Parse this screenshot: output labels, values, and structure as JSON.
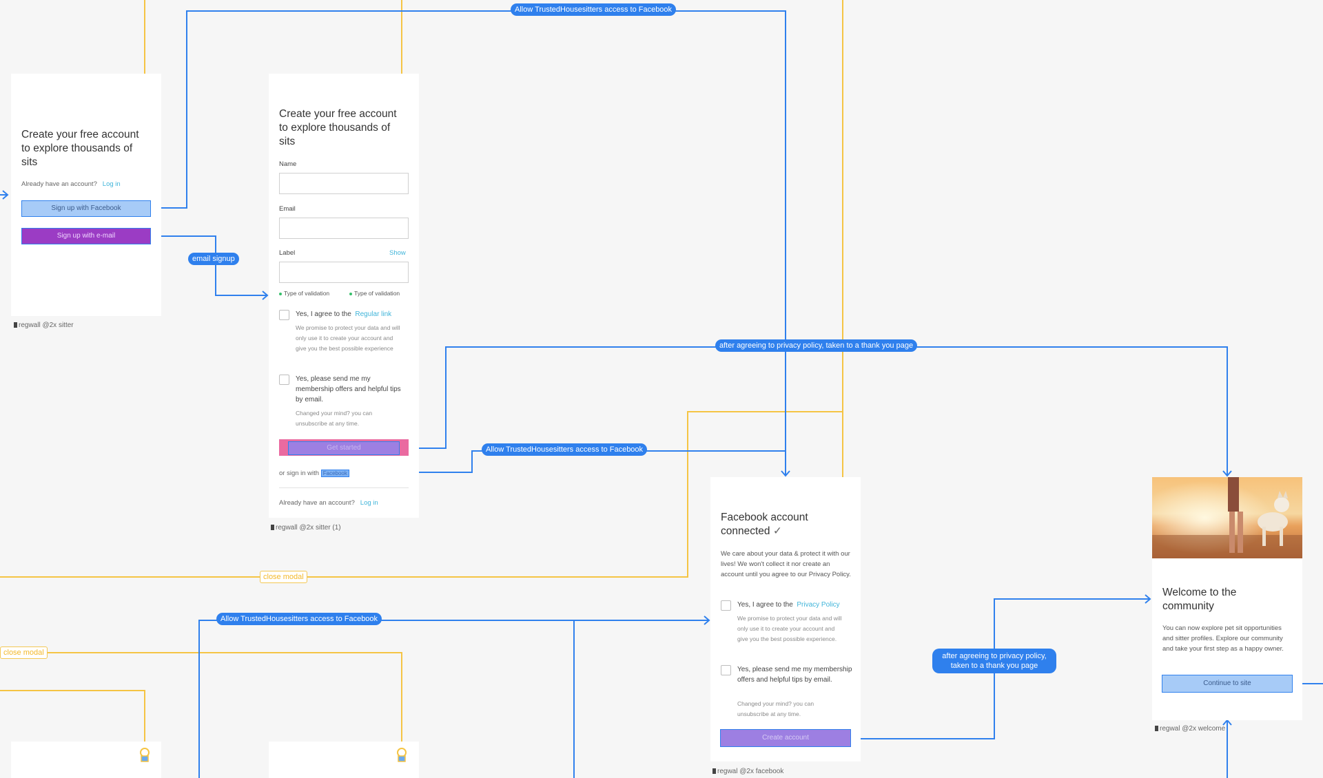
{
  "colors": {
    "blue": "#2f80ed",
    "yellow": "#f5c443",
    "facebook_button": "#a7cbf7",
    "email_button": "#9b3cc4",
    "get_started_bg": "#ea6aa0",
    "create_button": "#9d7fe2"
  },
  "frames": {
    "sitter": {
      "label": "regwall @2x sitter",
      "title": "Create your free account to explore thousands of sits",
      "already_text": "Already have an account?",
      "login_link": "Log in",
      "facebook_button": "Sign up with Facebook",
      "email_button": "Sign up with e-mail"
    },
    "sitter1": {
      "label": "regwall @2x sitter (1)",
      "title": "Create your free account to explore thousands of sits",
      "name_label": "Name",
      "email_label": "Email",
      "password_label": "Label",
      "show_link": "Show",
      "validation_1": "Type of validation",
      "validation_2": "Type of validation",
      "agree_text": "Yes, I agree to the",
      "agree_link": "Regular link",
      "agree_sub": "We promise to protect your data and will only use it to create your account and give you the best possible experience",
      "offers_text": "Yes, please send me my membership offers and helpful tips by email.",
      "offers_sub": "Changed your mind? you can unsubscribe at any time.",
      "get_started": "Get started",
      "or_sign_in": "or sign in with",
      "sign_in_provider": "Facebook",
      "already_text": "Already have an account?",
      "login_link": "Log in"
    },
    "facebook": {
      "label": "regwal @2x facebook",
      "title": "Facebook account connected",
      "check": "✓",
      "body": "We care about your data & protect it with our lives! We won't collect it nor create an account until you agree to our Privacy Policy.",
      "agree_text": "Yes, I agree to the",
      "agree_link": "Privacy Policy",
      "agree_sub": "We promise to protect your data and will only use it to create your account and give you the best possible experience.",
      "offers_text": "Yes, please send me my membership offers and helpful tips by email.",
      "offers_sub": "Changed your mind? you can unsubscribe at any time.",
      "create_button": "Create account"
    },
    "welcome": {
      "label": "regwal @2x welcome",
      "title": "Welcome to the community",
      "body": "You can now explore pet sit opportunities and sitter profiles. Explore our community and take your first step as a happy owner.",
      "continue_button": "Continue to site"
    }
  },
  "connectors": {
    "allow_fb_top": "Allow TrustedHousesitters access to Facebook",
    "email_signup": "email signup",
    "after_agree_top": "after agreeing to privacy policy, taken to a thank you page",
    "allow_fb_mid": "Allow TrustedHousesitters access to Facebook",
    "close_modal_1": "close modal",
    "allow_fb_bottom": "Allow TrustedHousesitters access to Facebook",
    "close_modal_2": "close modal",
    "after_agree_bottom": "after agreeing to privacy policy, taken to a thank you page"
  }
}
